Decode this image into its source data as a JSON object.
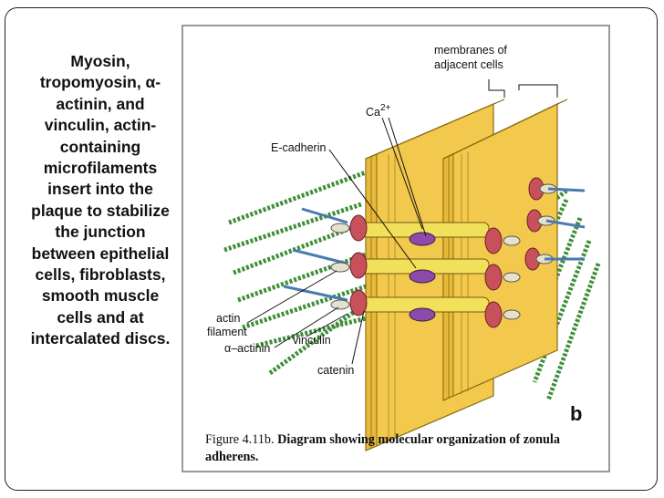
{
  "side_text": "Myosin, tropomyosin, α-actinin, and vinculin, actin-containing microfilaments insert into the plaque to stabilize the junction between epithelial cells, fibroblasts, smooth muscle cells and at intercalated discs.",
  "figure": {
    "labels": {
      "membranes": "membranes of",
      "adjacent": "adjacent cells",
      "calcium": "Ca",
      "calcium_sup": "2+",
      "ecadherin": "E-cadherin",
      "actin": "actin",
      "filament": "filament",
      "alpha_actinin": "α–actinin",
      "vinculin": "vinculin",
      "catenin": "catenin",
      "panel_letter": "b"
    },
    "caption_prefix": "Figure 4.11b.",
    "caption_text": "Diagram showing molecular organization of zonula adherens."
  },
  "colors": {
    "membrane": "#f2c94c",
    "membrane_edge": "#8a6a10",
    "actin": "#3f8f3a",
    "plaque": "#c8505a",
    "ecadherin_core": "#8e4aa8"
  }
}
